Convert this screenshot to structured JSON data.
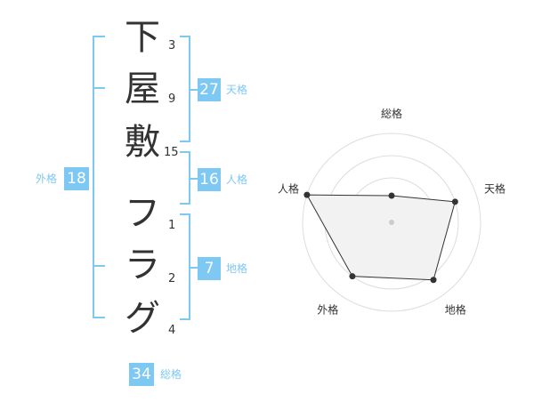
{
  "name_chars": [
    {
      "char": "下",
      "strokes": "3"
    },
    {
      "char": "屋",
      "strokes": "9"
    },
    {
      "char": "敷",
      "strokes": "15"
    },
    {
      "char": "フ",
      "strokes": "1"
    },
    {
      "char": "ラ",
      "strokes": "2"
    },
    {
      "char": "グ",
      "strokes": "4"
    }
  ],
  "scores": {
    "gaikaku": {
      "value": "18",
      "label": "外格"
    },
    "tenkaku": {
      "value": "27",
      "label": "天格"
    },
    "jinkaku": {
      "value": "16",
      "label": "人格"
    },
    "chikaku": {
      "value": "7",
      "label": "地格"
    },
    "soukaku": {
      "value": "34",
      "label": "総格"
    }
  },
  "colors": {
    "accent": "#7ec8f4",
    "text": "#333333",
    "grid": "#dddddd"
  },
  "chart_data": {
    "type": "radar",
    "axes": [
      "総格",
      "天格",
      "地格",
      "外格",
      "人格"
    ],
    "values": [
      0.3,
      0.75,
      0.8,
      0.75,
      1.0
    ],
    "rings": 4,
    "max": 1.0
  }
}
